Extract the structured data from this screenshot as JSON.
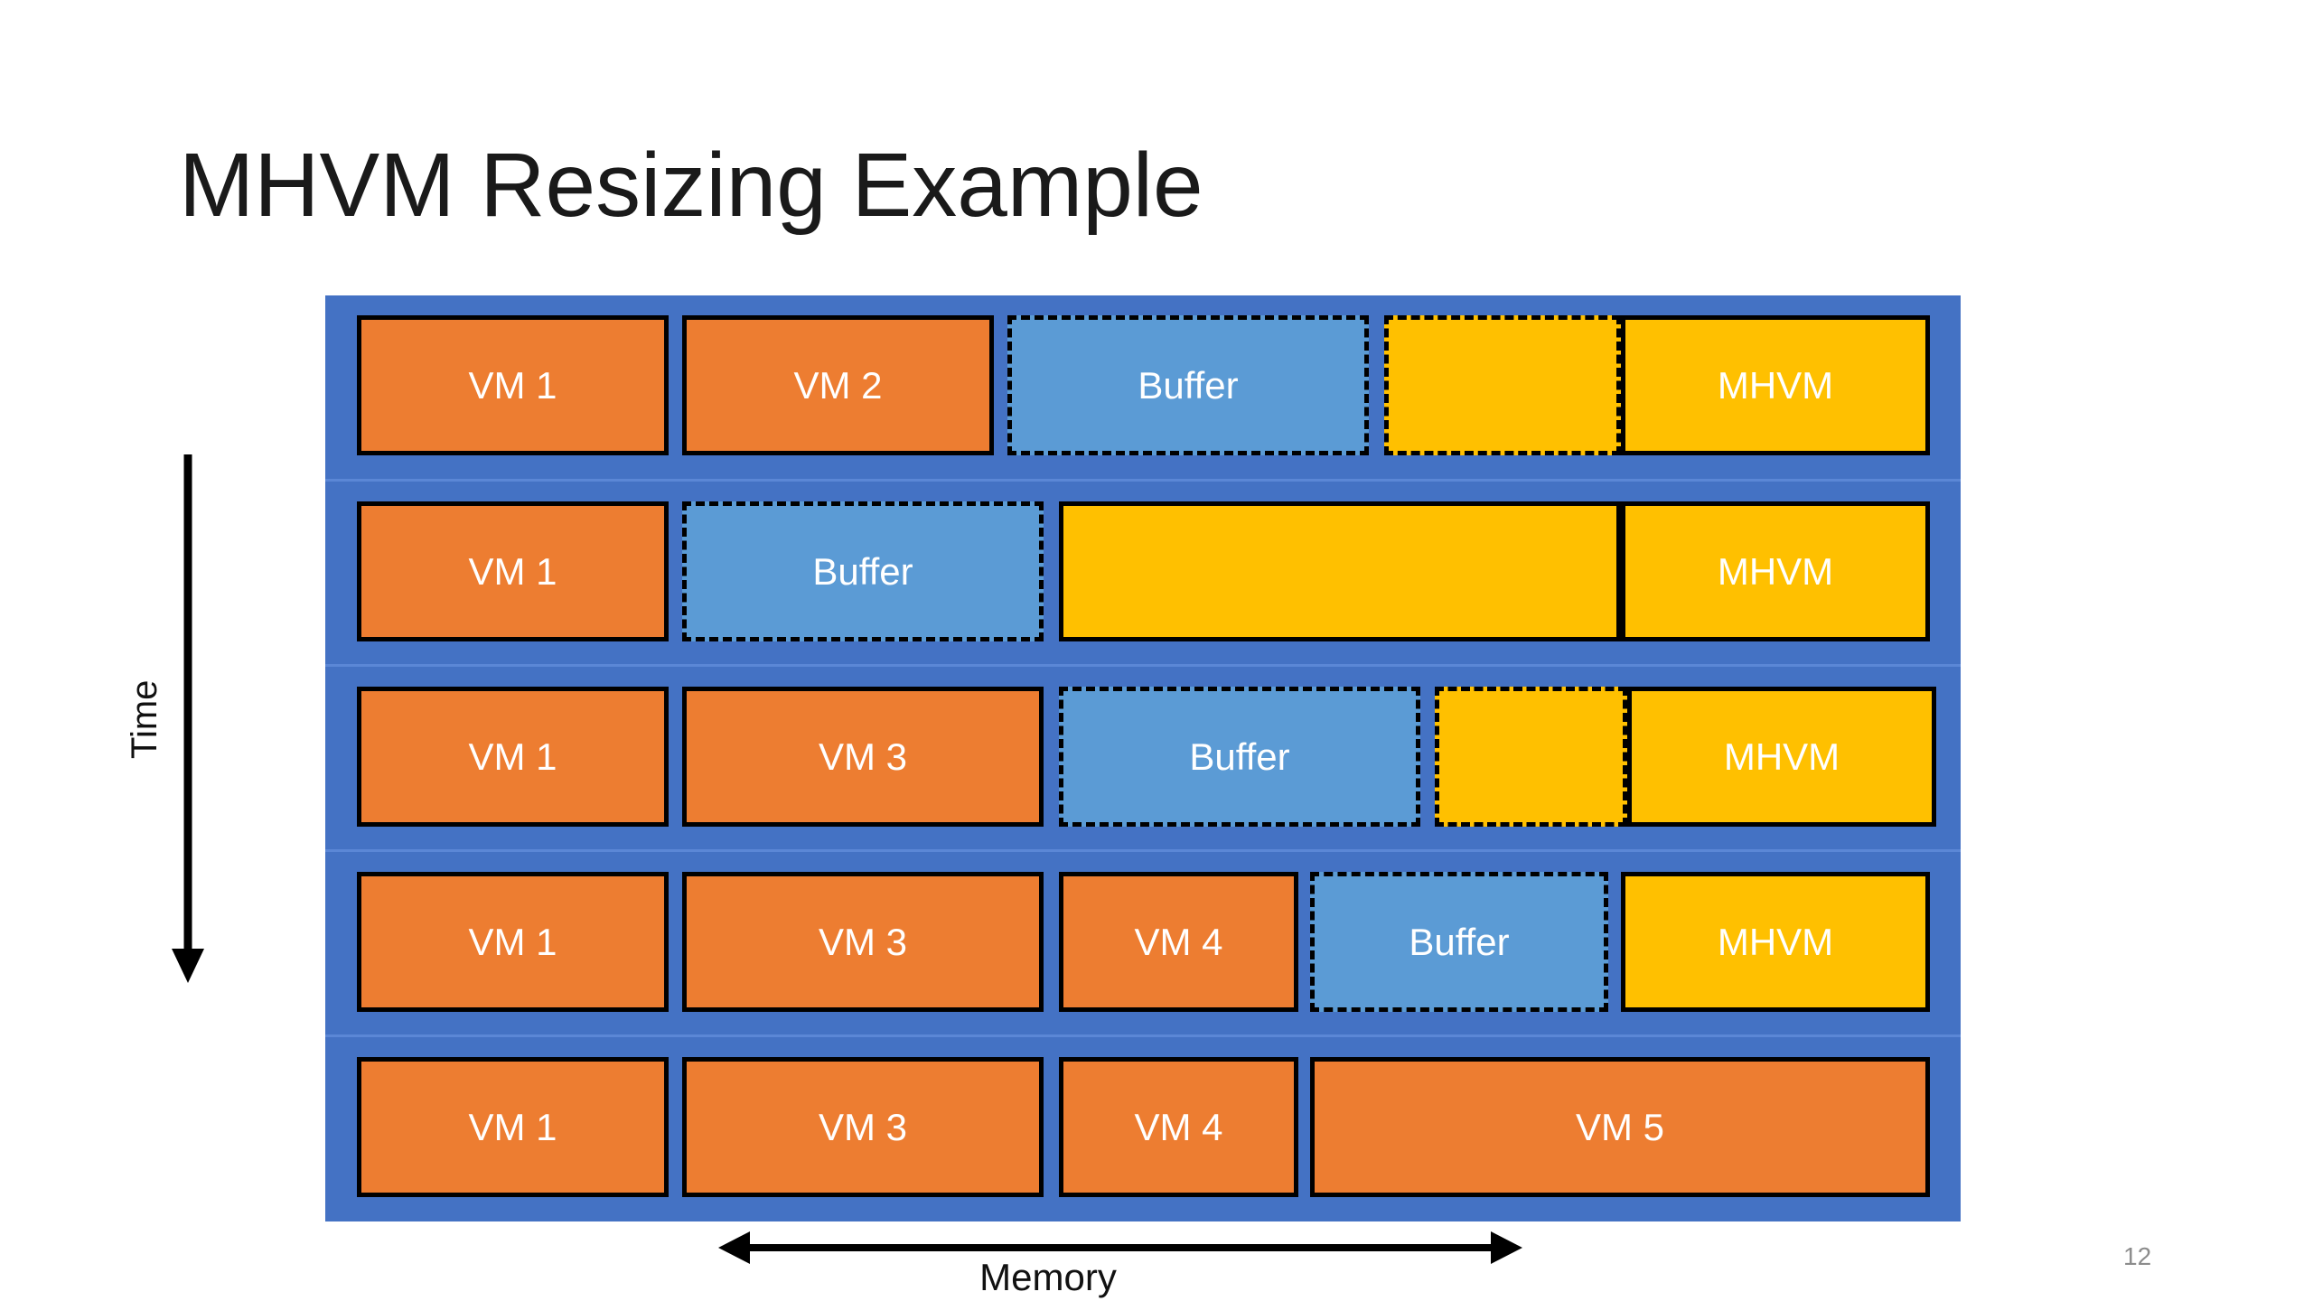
{
  "slide": {
    "title": "MHVM Resizing Example",
    "page_number": "12"
  },
  "axes": {
    "time_label": "Time",
    "memory_label": "Memory"
  },
  "colors": {
    "panel": "#4472c4",
    "vm": "#ed7d31",
    "buffer": "#5b9bd5",
    "mhvm": "#ffc000"
  },
  "rows": [
    {
      "blocks": [
        {
          "kind": "vm",
          "label": "VM 1"
        },
        {
          "kind": "vm",
          "label": "VM 2"
        },
        {
          "kind": "buffer",
          "label": "Buffer"
        },
        {
          "kind": "mhvm-ext",
          "label": ""
        },
        {
          "kind": "mhvm",
          "label": "MHVM"
        }
      ]
    },
    {
      "blocks": [
        {
          "kind": "vm",
          "label": "VM 1"
        },
        {
          "kind": "buffer",
          "label": "Buffer"
        },
        {
          "kind": "mhvm-ext-solid",
          "label": ""
        },
        {
          "kind": "mhvm",
          "label": "MHVM"
        }
      ]
    },
    {
      "blocks": [
        {
          "kind": "vm",
          "label": "VM 1"
        },
        {
          "kind": "vm",
          "label": "VM 3"
        },
        {
          "kind": "buffer",
          "label": "Buffer"
        },
        {
          "kind": "mhvm-ext",
          "label": ""
        },
        {
          "kind": "mhvm",
          "label": "MHVM"
        }
      ]
    },
    {
      "blocks": [
        {
          "kind": "vm",
          "label": "VM 1"
        },
        {
          "kind": "vm",
          "label": "VM 3"
        },
        {
          "kind": "vm",
          "label": "VM 4"
        },
        {
          "kind": "buffer",
          "label": "Buffer"
        },
        {
          "kind": "mhvm",
          "label": "MHVM"
        }
      ]
    },
    {
      "blocks": [
        {
          "kind": "vm",
          "label": "VM 1"
        },
        {
          "kind": "vm",
          "label": "VM 3"
        },
        {
          "kind": "vm",
          "label": "VM 4"
        },
        {
          "kind": "vm",
          "label": "VM 5"
        }
      ]
    }
  ]
}
